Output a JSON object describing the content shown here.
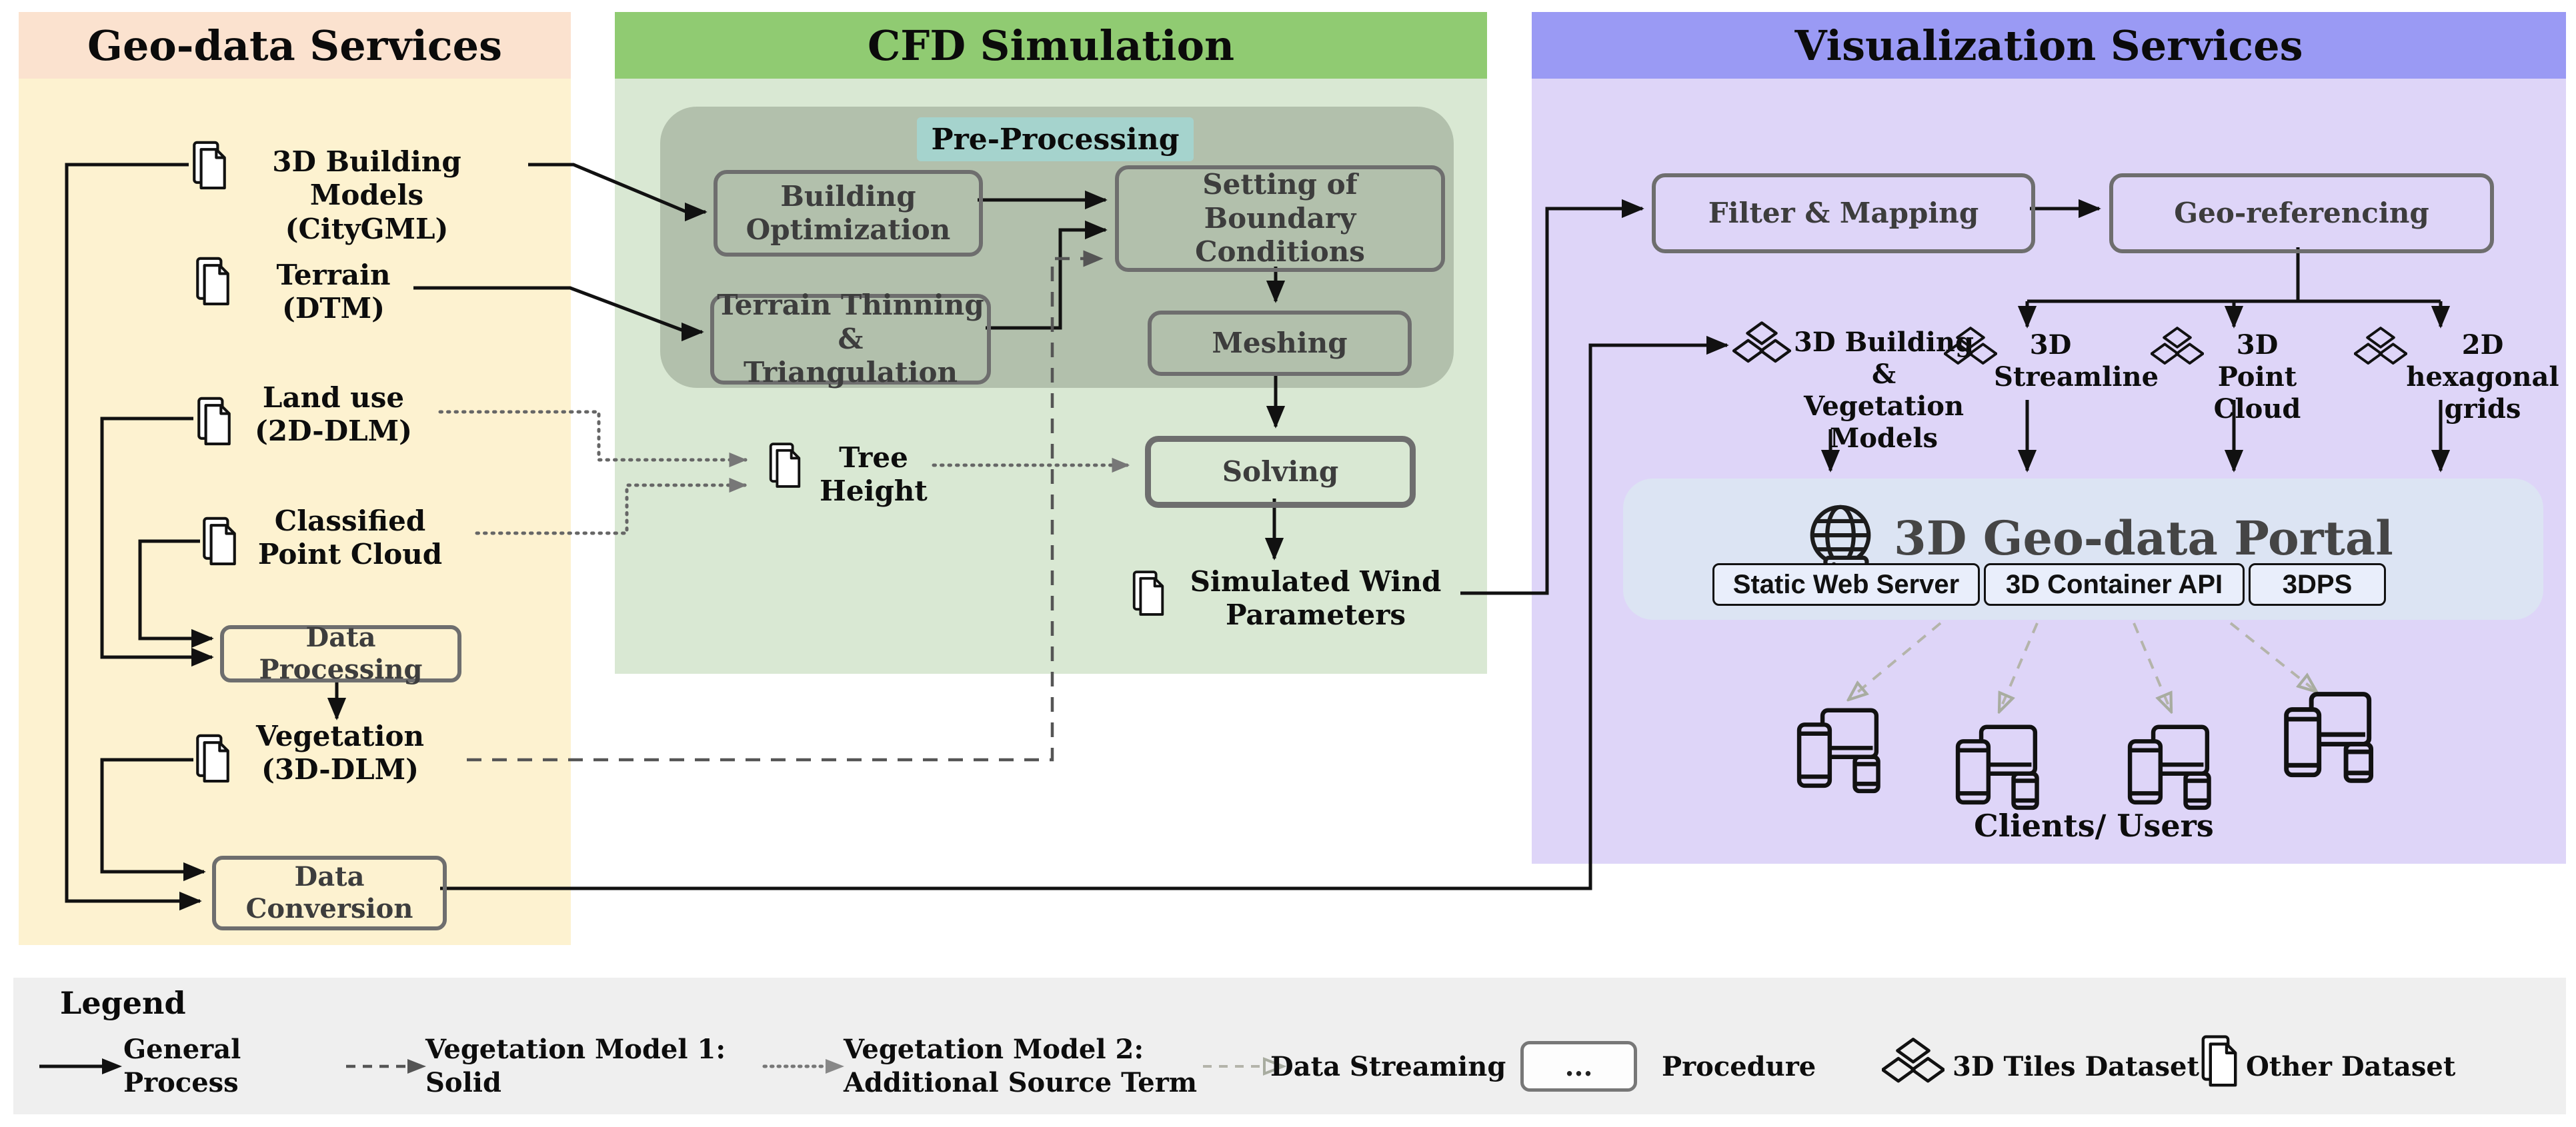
{
  "colors": {
    "geo_header": "#fbe2cf",
    "geo_body": "#fdf2d0",
    "cfd_header": "#90cb72",
    "cfd_body": "#d9e8d3",
    "preprocessing_fill": "#b2c0ac",
    "preprocessing_label_fill": "#a5d3cd",
    "viz_header": "#9a9af4",
    "viz_body": "#ded5f8",
    "portal_fill": "#dce4f3",
    "legend_bg": "#efefef",
    "box_border": "#6e6e6e",
    "streaming": "#b4b4aa"
  },
  "geo": {
    "title": "Geo-data Services",
    "items": [
      {
        "label": "3D Building\nModels (CityGML)"
      },
      {
        "label": "Terrain\n(DTM)"
      },
      {
        "label": "Land use\n(2D-DLM)"
      },
      {
        "label": "Classified\nPoint Cloud"
      },
      {
        "label": "Vegetation\n(3D-DLM)"
      }
    ],
    "process_boxes": [
      {
        "label": "Data Processing"
      },
      {
        "label": "Data Conversion"
      }
    ]
  },
  "cfd": {
    "title": "CFD Simulation",
    "preprocessing_label": "Pre-Processing",
    "boxes": [
      {
        "label": "Building\nOptimization"
      },
      {
        "label": "Terrain Thinning &\nTriangulation"
      },
      {
        "label": "Setting of\nBoundary Conditions"
      },
      {
        "label": "Meshing"
      },
      {
        "label": "Solving"
      }
    ],
    "tree_height_label": "Tree\nHeight",
    "output_label": "Simulated Wind\nParameters"
  },
  "viz": {
    "title": "Visualization Services",
    "boxes": [
      {
        "label": "Filter & Mapping"
      },
      {
        "label": "Geo-referencing"
      }
    ],
    "datasets": [
      {
        "label": "3D Building\n& Vegetation\nModels"
      },
      {
        "label": "3D\nStreamline"
      },
      {
        "label": "3D Point\nCloud"
      },
      {
        "label": "2D hexagonal\ngrids"
      }
    ],
    "portal": {
      "title": "3D Geo-data Portal",
      "services": [
        {
          "label": "Static Web Server"
        },
        {
          "label": "3D Container API"
        },
        {
          "label": "3DPS"
        }
      ]
    },
    "clients_label": "Clients/ Users"
  },
  "legend": {
    "title": "Legend",
    "entries": [
      {
        "label": "General\nProcess"
      },
      {
        "label": "Vegetation Model 1:\nSolid"
      },
      {
        "label": "Vegetation Model 2:\nAdditional Source Term"
      },
      {
        "label": "Data Streaming"
      },
      {
        "label": "Procedure",
        "box_text": "..."
      },
      {
        "label": "3D Tiles Dataset"
      },
      {
        "label": "Other Dataset"
      }
    ]
  }
}
